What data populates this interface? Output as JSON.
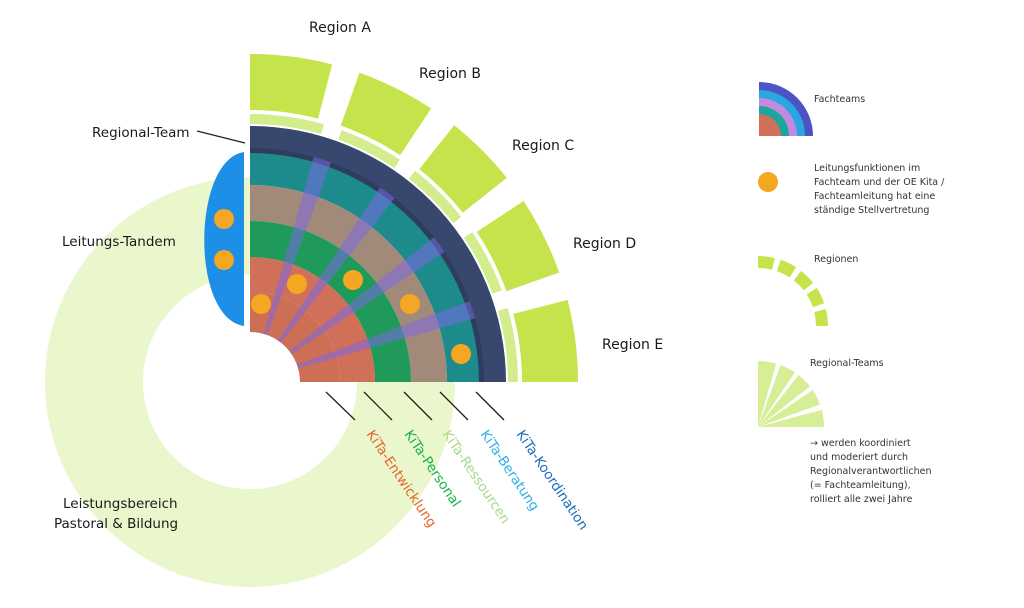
{
  "regions": [
    "Region A",
    "Region B",
    "Region C",
    "Region D",
    "Region E"
  ],
  "labels": {
    "regional_team": "Regional-Team",
    "leitungs_tandem": "Leitungs-Tandem",
    "leistungsbereich": [
      "Leistungsbereich",
      "Pastoral & Bildung"
    ]
  },
  "fachteams": [
    {
      "name": "KiTa-Entwicklung",
      "color": "#e8632a"
    },
    {
      "name": "KiTa-Personal",
      "color": "#16b24a"
    },
    {
      "name": "KiTa-Ressourcen",
      "color": "#a8d88a"
    },
    {
      "name": "KiTa-Beratung",
      "color": "#2fb0e8"
    },
    {
      "name": "KiTa-Koordination",
      "color": "#1a6ebd"
    }
  ],
  "legend": {
    "fachteams": "Fachteams",
    "leitung": [
      "Leitungsfunktionen im",
      "Fachteam und der OE Kita /",
      "Fachteamleitung hat eine",
      "ständige Stellvertretung"
    ],
    "regionen": "Regionen",
    "regional_teams": "Regional-Teams",
    "note": [
      "→ werden koordiniert",
      "und moderiert durch",
      "Regionalverantwortlichen",
      "(= Fachteamleitung),",
      "rolliert alle zwei Jahre"
    ]
  },
  "colors": {
    "region_green": "#c5e34a",
    "light_green": "#eaf6cc",
    "tandem_blue": "#1e8fe6",
    "leader_orange": "#f5a623"
  }
}
